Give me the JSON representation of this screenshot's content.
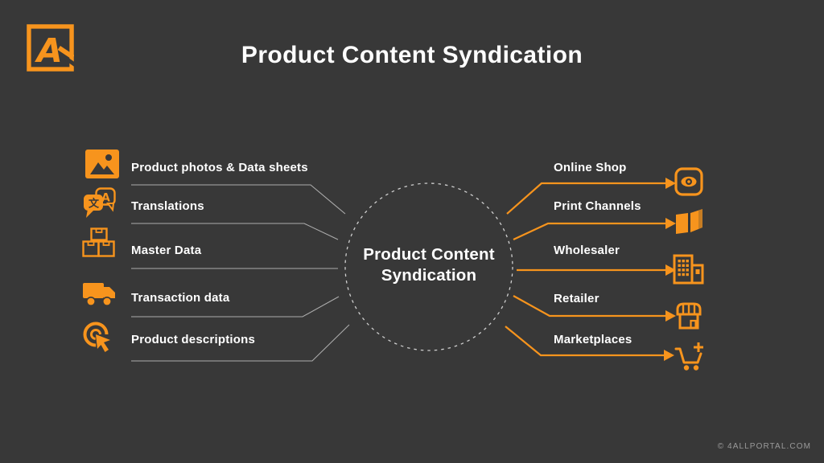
{
  "slide": {
    "title": "Product Content Syndication",
    "copyright": "© 4ALLPORTAL.COM"
  },
  "hub": {
    "line1": "Product Content",
    "line2": "Syndication"
  },
  "sources": {
    "items": [
      {
        "label": "Product photos & Data sheets",
        "icon": "photo-image-icon"
      },
      {
        "label": "Translations",
        "icon": "translation-bubbles-icon"
      },
      {
        "label": "Master Data",
        "icon": "packages-boxes-icon"
      },
      {
        "label": "Transaction data",
        "icon": "delivery-truck-icon"
      },
      {
        "label": "Product descriptions",
        "icon": "click-cursor-icon"
      }
    ]
  },
  "channels": {
    "items": [
      {
        "label": "Online Shop",
        "icon": "online-shop-eye-icon"
      },
      {
        "label": "Print Channels",
        "icon": "print-book-icon"
      },
      {
        "label": "Wholesaler",
        "icon": "wholesaler-building-icon"
      },
      {
        "label": "Retailer",
        "icon": "retailer-storefront-icon"
      },
      {
        "label": "Marketplaces",
        "icon": "cart-plus-icon"
      }
    ]
  },
  "colors": {
    "background": "#383838",
    "accent": "#F7941D",
    "connector_line": "#C4C4C4",
    "text": "#FFFFFF",
    "muted": "#9A9A9A"
  }
}
